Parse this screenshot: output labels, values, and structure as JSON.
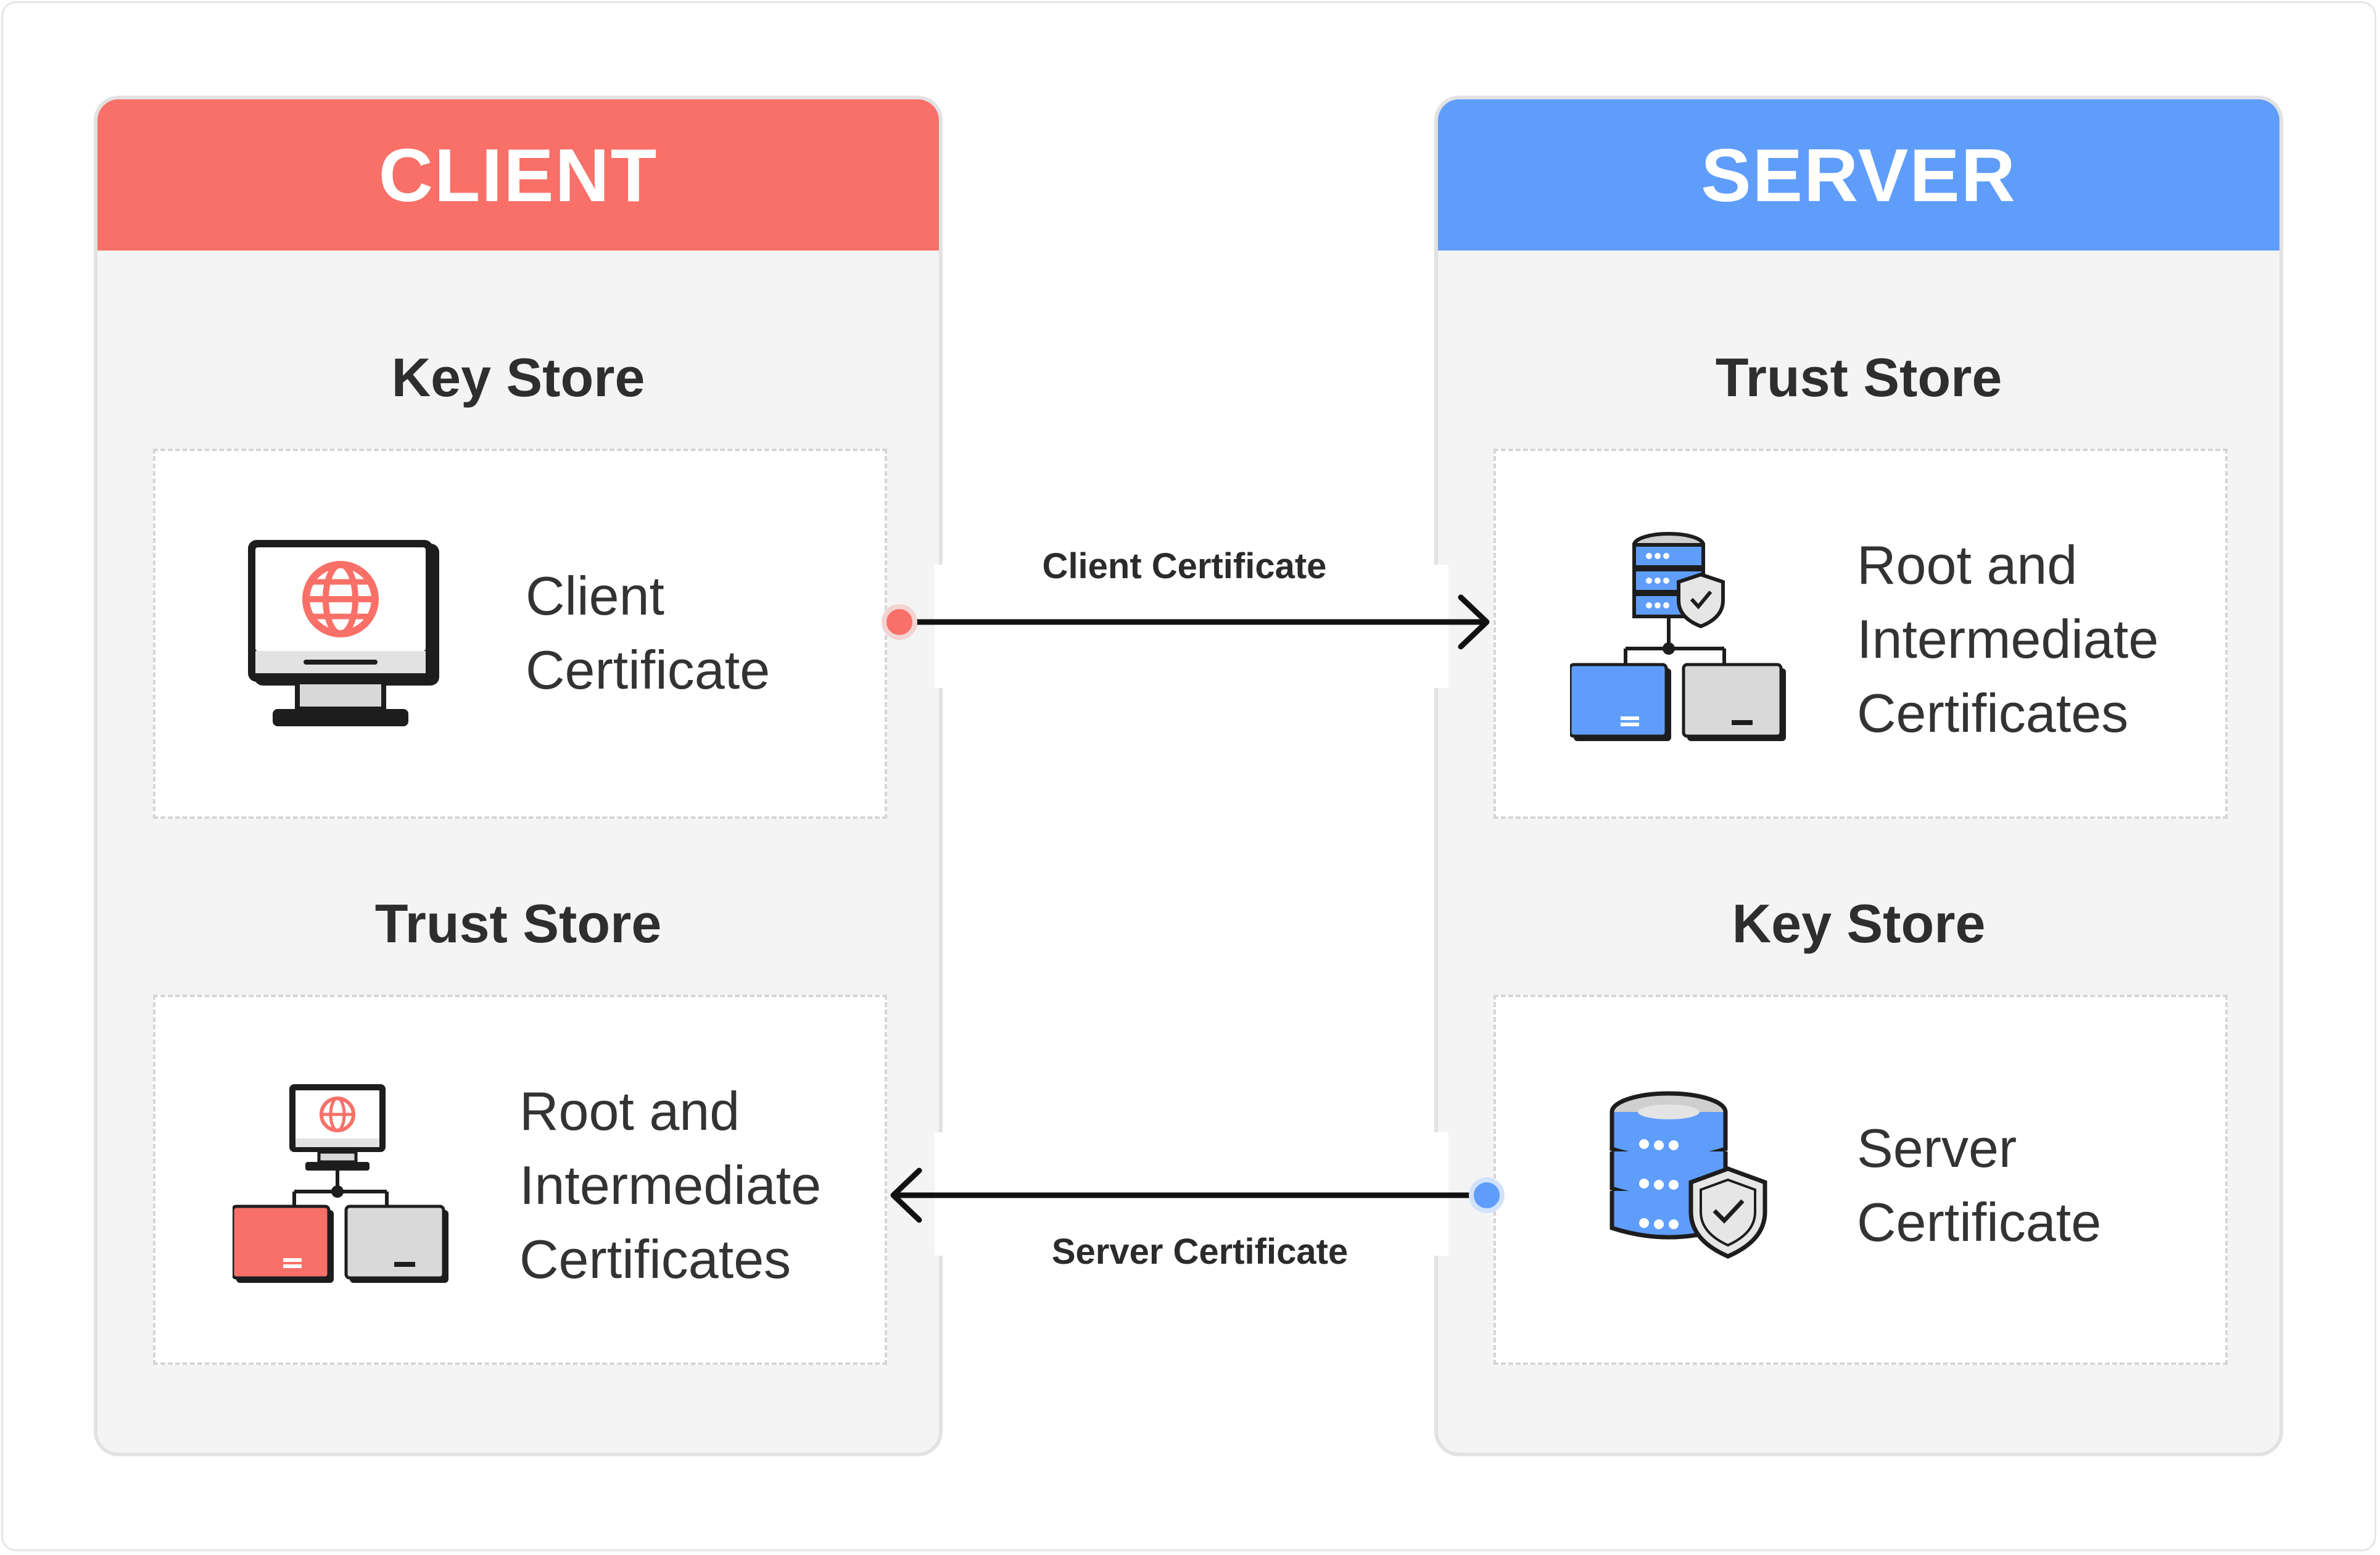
{
  "client": {
    "title": "CLIENT",
    "color": "#f87068",
    "key_store": {
      "heading": "Key Store",
      "icon": "monitor-globe-icon",
      "label_lines": [
        "Client",
        "Certificate"
      ]
    },
    "trust_store": {
      "heading": "Trust Store",
      "icon": "certificate-hierarchy-icon",
      "label_lines": [
        "Root and",
        "Intermediate",
        "Certificates"
      ]
    }
  },
  "server": {
    "title": "SERVER",
    "color": "#5f9dfb",
    "trust_store": {
      "heading": "Trust Store",
      "icon": "database-hierarchy-icon",
      "label_lines": [
        "Root and",
        "Intermediate",
        "Certificates"
      ]
    },
    "key_store": {
      "heading": "Key Store",
      "icon": "database-shield-icon",
      "label_lines": [
        "Server",
        "Certificate"
      ]
    }
  },
  "connections": [
    {
      "label": "Client Certificate",
      "from": "client.key_store",
      "to": "server.trust_store",
      "color": "#f87068"
    },
    {
      "label": "Server Certificate",
      "from": "server.key_store",
      "to": "client.trust_store",
      "color": "#5f9dfb"
    }
  ]
}
